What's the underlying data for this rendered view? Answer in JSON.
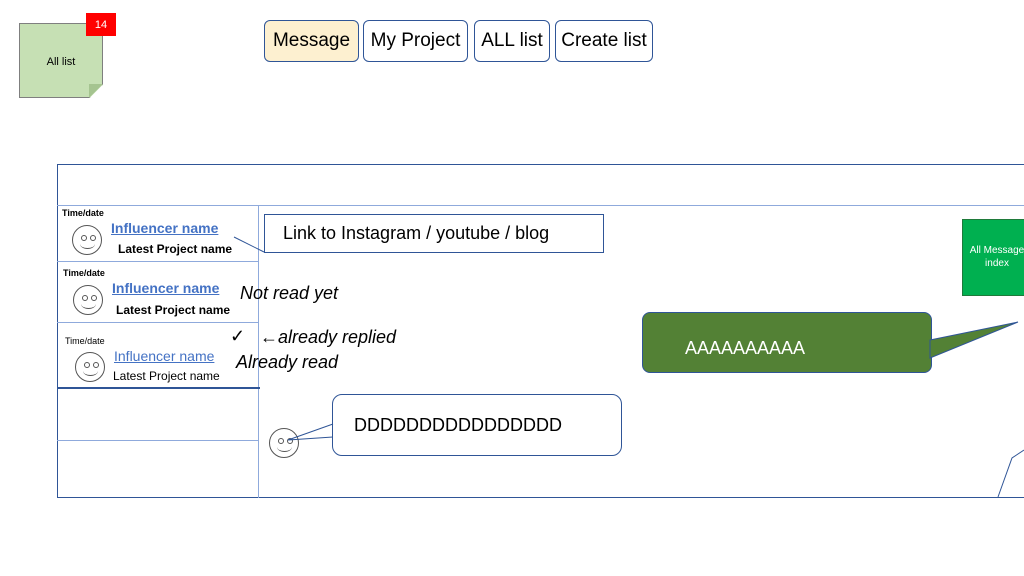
{
  "sticky": {
    "label": "All list",
    "badge": "14"
  },
  "tabs": [
    {
      "label": "Message",
      "active": true
    },
    {
      "label": "My Project",
      "active": false
    },
    {
      "label": "ALL list",
      "active": false
    },
    {
      "label": "Create list",
      "active": false
    }
  ],
  "list": {
    "items": [
      {
        "time": "Time/date",
        "influencer": "Influencer name",
        "project": "Latest Project name",
        "state": "unread-bold"
      },
      {
        "time": "Time/date",
        "influencer": "Influencer name",
        "project": "Latest Project name",
        "state": "unread-bold"
      },
      {
        "time": "Time/date",
        "influencer": "Influencer name",
        "project": "Latest Project name",
        "state": "read"
      }
    ]
  },
  "annotations": {
    "link_box": "Link to Instagram / youtube / blog",
    "not_read": "Not read yet",
    "check": "✓",
    "replied": "←already replied",
    "read": "Already read"
  },
  "side_button": {
    "label": "All Message index"
  },
  "messages": {
    "sent": "AAAAAAAAAA",
    "received": "DDDDDDDDDDDDDDDD"
  },
  "colors": {
    "green_button": "#00b050",
    "sent_bubble": "#538135",
    "border_blue": "#2f5597",
    "link_blue": "#4472c4",
    "badge_red": "#ff0000",
    "sticky_green": "#c6e0b4",
    "active_tab": "#fdf0d0"
  }
}
